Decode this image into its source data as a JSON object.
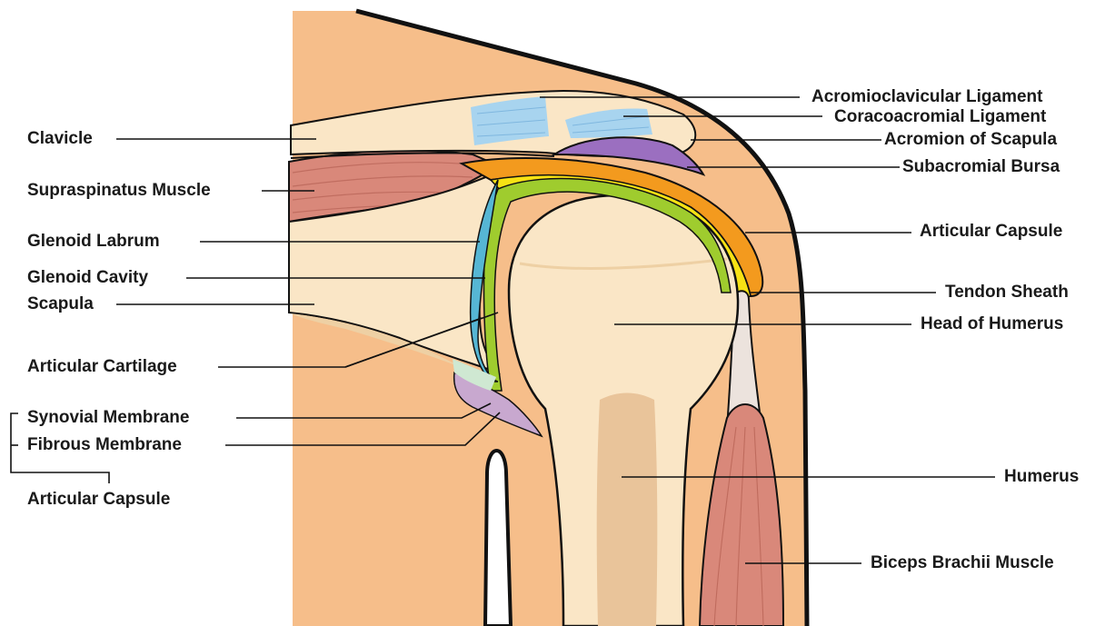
{
  "labels": {
    "acromioclavicular_ligament": "Acromioclavicular Ligament",
    "coracoacromial_ligament": "Coracoacromial Ligament",
    "acromion_of_scapula": "Acromion of Scapula",
    "subacromial_bursa": "Subacromial Bursa",
    "articular_capsule_right": "Articular Capsule",
    "tendon_sheath": "Tendon Sheath",
    "head_of_humerus": "Head of Humerus",
    "humerus": "Humerus",
    "biceps_brachii_muscle": "Biceps Brachii Muscle",
    "clavicle": "Clavicle",
    "supraspinatus_muscle": "Supraspinatus Muscle",
    "glenoid_labrum": "Glenoid Labrum",
    "glenoid_cavity": "Glenoid Cavity",
    "scapula": "Scapula",
    "articular_cartilage": "Articular Cartilage",
    "synovial_membrane": "Synovial Membrane",
    "fibrous_membrane": "Fibrous Membrane",
    "articular_capsule_left": "Articular Capsule"
  },
  "colors": {
    "skin": "#f6be8a",
    "bone": "#fae6c6",
    "bone_shadow": "#eed0a4",
    "marrow": "#e9c49a",
    "muscle": "#d9887a",
    "ligament": "#a8d4ef",
    "bursa": "#9b6fc0",
    "capsule_orange": "#f39a1e",
    "tendon_yellow": "#f7e214",
    "cartilage_green": "#9fcc2e",
    "labrum_blue": "#56b6d4",
    "synovial_purple": "#c8a8cf",
    "outline": "#111111"
  }
}
